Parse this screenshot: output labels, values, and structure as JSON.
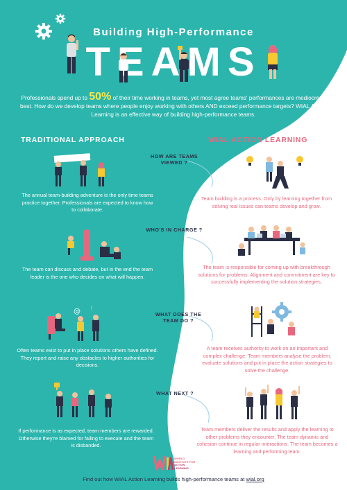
{
  "header": {
    "subtitle": "Building High-Performance",
    "title": "TEAMS"
  },
  "intro": {
    "before": "Professionals spend up to ",
    "stat": "50%",
    "after": " of their time working in teams, yet most  agree teams' performances are mediocre at best.  How do we develop teams where people enjoy working with others AND exceed performance targets? WIAL Action Learning is an effective way of building high-performance  teams."
  },
  "columns": {
    "left": "TRADITIONAL APPROACH",
    "right": "WIAL ACTION  LEARNING"
  },
  "sections": [
    {
      "question": "HOW ARE TEAMS VIEWED ?",
      "traditional": "The annual team-building adventure is the only time teams practice together. Professionals are expected to know how to collaborate.",
      "wial": "Team building is a process.  Only by learning together from solving real issues can teams develop and grow."
    },
    {
      "question": "WHO'S IN CHARGE ?",
      "traditional": "The team can discuss and debate, but in the end the team leader is the one who decides on what will happen.",
      "wial": "The team is responsible for coming up with breakthrough solutions for problems. Alignment and commitment are key to successfully implementing the solution strategies."
    },
    {
      "question": "WHAT DOES THE TEAM DO ?",
      "traditional": "Often teams exist to put in place solutions others have defined. They report and raise any obstacles to higher authorities for decisions.",
      "wial": "A team receives authority to work on an important and complex challenge. Team members analyse the problem, evaluate solutions and put in place the action strategies to solve the challenge."
    },
    {
      "question": "WHAT NEXT ?",
      "traditional": "If performance is as expected, team members are rewarded. Otherwise they're blamed for failing to execute and the team is disbanded.",
      "wial": "Team members deliver the results and apply the learning to other problems they encounter. The team dynamic and cohesion continue in regular interactions. The team becomes a learning and performing team."
    }
  ],
  "logo": {
    "mark": "WIAL",
    "line1": "WORLD INSTITUTE FOR",
    "line2": "ACTION",
    "line3": "LEARNING"
  },
  "footer": {
    "text": "Find out how WIAL Action Learning builds high-performance teams at  ",
    "link": "wial.org"
  },
  "colors": {
    "teal": "#2bb5ad",
    "navy": "#2a2f45",
    "pink": "#e8677e",
    "yellow": "#f7e84a"
  },
  "icons": [
    "gear-icon",
    "lightbulb-icon",
    "trophy-icon",
    "at-sign-icon",
    "exclamation-icon"
  ]
}
